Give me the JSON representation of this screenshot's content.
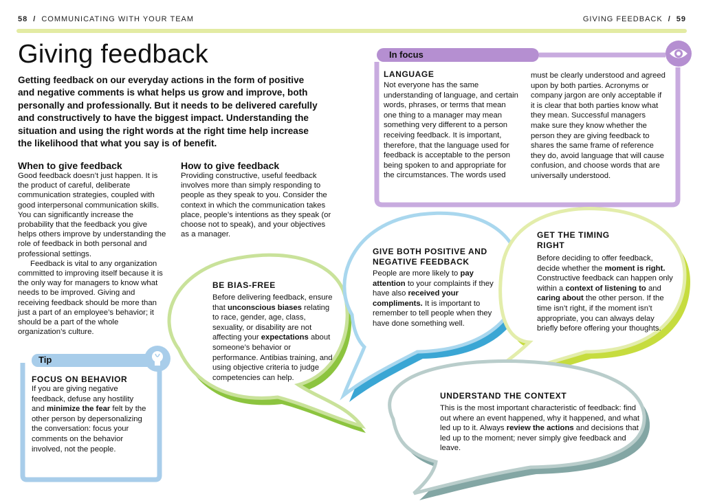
{
  "header": {
    "left_page": "58",
    "left_section": "COMMUNICATING WITH YOUR TEAM",
    "right_section": "GIVING FEEDBACK",
    "right_page": "59",
    "separator": "/"
  },
  "title": "Giving feedback",
  "intro": "Getting feedback on our everyday actions in the form of positive and negative comments is what helps us grow and improve, both personally and professionally. But it needs to be delivered carefully and constructively to have the biggest impact. Understanding the situation and using the right words at the right time help increase the likelihood that what you say is of benefit.",
  "when": {
    "heading": "When to give feedback",
    "p1": "Good feedback doesn’t just happen. It is the product of careful, deliberate communication strategies, coupled with good interpersonal communication skills. You can significantly increase the probability that the feedback you give helps others improve by understanding the role of feedback in both personal and professional settings.",
    "p2": "Feedback is vital to any organization committed to improving itself because it is the only way for managers to know what needs to be improved. Giving and receiving feedback should be more than just a part of an employee’s behavior; it should be a part of the whole organization’s culture."
  },
  "how": {
    "heading": "How to give feedback",
    "p1": "Providing constructive, useful feedback involves more than simply responding to people as they speak to you. Consider the context in which the communication takes place, people’s intentions as they speak (or choose not to speak), and your objectives as a manager."
  },
  "in_focus": {
    "tab": "In focus",
    "heading": "LANGUAGE",
    "col1": "Not everyone has the same understanding of language, and certain words, phrases, or terms that mean one thing to a manager may mean something very different to a person receiving feedback. It is important, therefore, that the language used for feedback is acceptable to the person being spoken to and appropriate for the circumstances. The words used",
    "col2": "must be clearly understood and agreed upon by both parties. Acronyms or company jargon are only acceptable if it is clear that both parties know what they mean. Successful managers make sure they know whether the person they are giving feedback to shares the same frame of reference they do, avoid language that will cause confusion, and choose words that are universally understood.",
    "icon": "eye-icon",
    "color": "#b58fd1"
  },
  "tip": {
    "tab": "Tip",
    "heading": "FOCUS ON BEHAVIOR",
    "t1": "If you are giving negative feedback, defuse any hostility and ",
    "b1": "minimize the fear",
    "t2": " felt by the other person by depersonalizing the conversation: focus your comments on the behavior involved, not the people.",
    "icon": "lightbulb-icon",
    "color": "#a8cdea"
  },
  "bias": {
    "heading": "BE BIAS-FREE",
    "t1": "Before delivering feedback, ensure that ",
    "b1": "unconscious biases",
    "t2": " relating to race, gender, age, class, sexuality, or disability are not affecting your ",
    "b2": "expectations",
    "t3": " about someone’s behavior or performance. Antibias training, and using objective criteria to judge competencies can help."
  },
  "both": {
    "heading_1": "GIVE BOTH POSITIVE AND",
    "heading_2": "NEGATIVE FEEDBACK",
    "t1": "People are more likely to ",
    "b1": "pay attention",
    "t2": " to your complaints if they have also ",
    "b2": "received your compliments.",
    "t3": " It is important to remember to tell people when they have done something well."
  },
  "timing": {
    "heading_1": "GET THE TIMING",
    "heading_2": "RIGHT",
    "t1": "Before deciding to offer feedback, decide whether the ",
    "b1": "moment is right.",
    "t2": " Constructive feedback can happen only within a ",
    "b2": "context of listening to",
    "t3": " and ",
    "b3": "caring about",
    "t4": " the other person. If the time isn’t right, if the moment isn’t appropriate, you can always delay briefly before offering your thoughts."
  },
  "context": {
    "heading": "UNDERSTAND THE CONTEXT",
    "t1": "This is the most important characteristic of feedback: find out where an event happened, why it happened, and what led up to it. Always ",
    "b1": "review the actions",
    "t2": " and decisions that led up to the moment; never simply give feedback and leave."
  },
  "colors": {
    "header_rule": "#e3eba3",
    "green_bubble": "#8cc43f",
    "blue_bubble": "#3aa6d4",
    "lime_bubble": "#c6dc3e",
    "gray_bubble": "#83a6a4"
  }
}
